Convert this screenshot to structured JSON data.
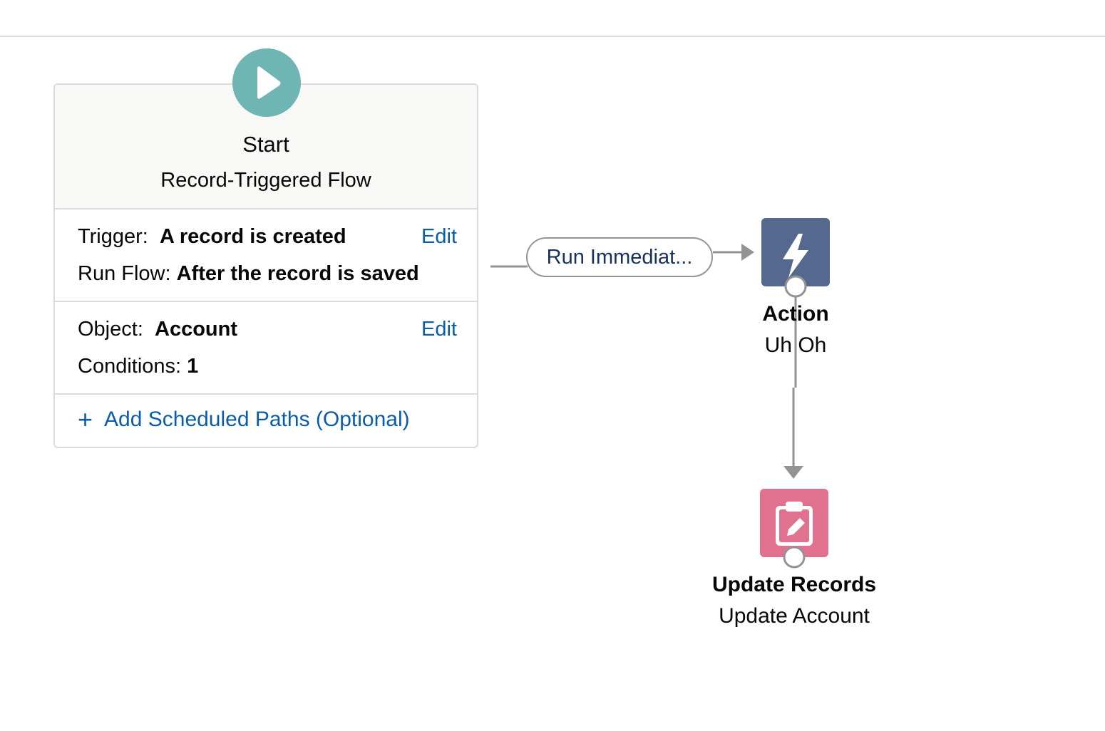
{
  "start": {
    "title": "Start",
    "subtitle": "Record-Triggered Flow",
    "trigger_label": "Trigger:",
    "trigger_value": "A record is created",
    "run_flow_label": "Run Flow:",
    "run_flow_value": "After the record is saved",
    "edit_label": "Edit",
    "object_label": "Object:",
    "object_value": "Account",
    "conditions_label": "Conditions:",
    "conditions_value": "1",
    "add_scheduled_label": "Add Scheduled Paths (Optional)",
    "icon": "play-icon",
    "icon_color": "#6eb5b3"
  },
  "connector": {
    "label": "Run Immediat..."
  },
  "nodes": [
    {
      "type_label": "Action",
      "name": "Uh Oh",
      "icon": "lightning-bolt-icon",
      "color": "#54698d"
    },
    {
      "type_label": "Update Records",
      "name": "Update Account",
      "icon": "clipboard-edit-icon",
      "color": "#e07290"
    }
  ],
  "colors": {
    "link": "#0b5cab",
    "border": "#dddbda",
    "connector_line": "#939393"
  }
}
